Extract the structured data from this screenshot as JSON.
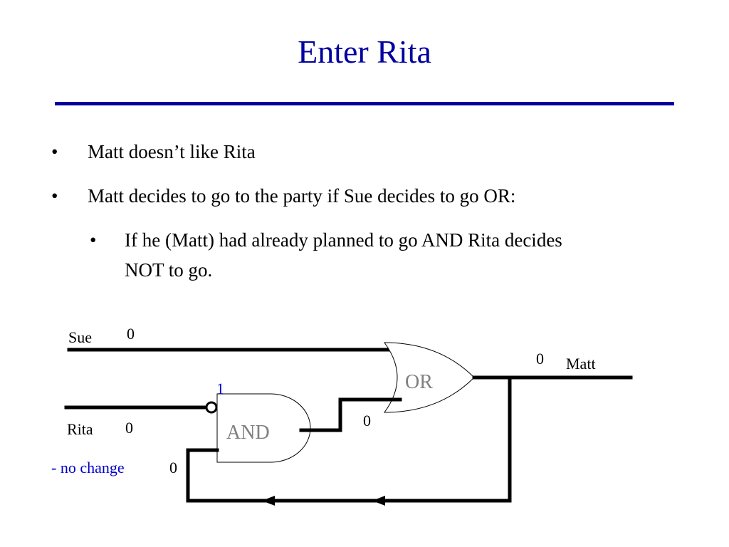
{
  "slide": {
    "title": "Enter Rita",
    "bullets": [
      "Matt doesn’t like Rita",
      "Matt decides to go to the party if Sue decides to go OR:"
    ],
    "sub_bullets": [
      "If he (Matt) had already planned to go AND Rita decides",
      "NOT to go."
    ],
    "bullet_glyph": "•"
  },
  "diagram": {
    "inputs": {
      "sue_label": "Sue",
      "sue_value": "0",
      "rita_label": "Rita",
      "rita_value": "0",
      "rita_inverted_value": "1",
      "rita_note": "- no change"
    },
    "gates": {
      "and_label": "AND",
      "or_label": "OR"
    },
    "signals": {
      "and_output_value": "0",
      "feedback_value": "0",
      "output_value": "0",
      "output_label": "Matt"
    }
  },
  "colors": {
    "title": "#0000a0",
    "rule": "#0000a0",
    "inverted_value": "#0000cc",
    "note": "#0000cc",
    "gate_text": "#808080"
  }
}
